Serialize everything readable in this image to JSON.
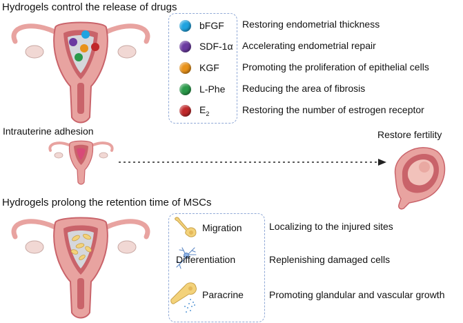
{
  "section1": {
    "title": "Hydrogels control the release of drugs",
    "drugs": [
      {
        "name": "bFGF",
        "effect": "Restoring endometrial thickness",
        "color": "#1fa3e0"
      },
      {
        "name": "SDF-1α",
        "effect": "Accelerating endometrial repair",
        "color": "#6b3aa0"
      },
      {
        "name": "KGF",
        "effect": "Promoting the proliferation of epithelial cells",
        "color": "#e8921a"
      },
      {
        "name": "L-Phe",
        "effect": "Reducing the area of fibrosis",
        "color": "#2a9a4a"
      },
      {
        "name": "E",
        "name_sub": "2",
        "effect": "Restoring the number of estrogen receptor",
        "color": "#c0282a"
      }
    ]
  },
  "middle": {
    "adhesion_label": "Intrauterine adhesion",
    "fertility_label": "Restore fertility"
  },
  "section2": {
    "title": "Hydrogels prolong the retention time of MSCs",
    "cells": [
      {
        "name": "Migration",
        "effect": "Localizing to the injured sites"
      },
      {
        "name": "Differentiation",
        "effect": "Replenishing damaged cells"
      },
      {
        "name": "Paracrine",
        "effect": "Promoting glandular and vascular growth"
      }
    ]
  },
  "colors": {
    "uterus_outer": "#e8a3a0",
    "uterus_inner": "#c9636a",
    "ovary": "#f1d8d4",
    "legend_border": "#8fa8d6",
    "hydrogel": "#d5d7dc",
    "msc": "#f3d27a"
  }
}
